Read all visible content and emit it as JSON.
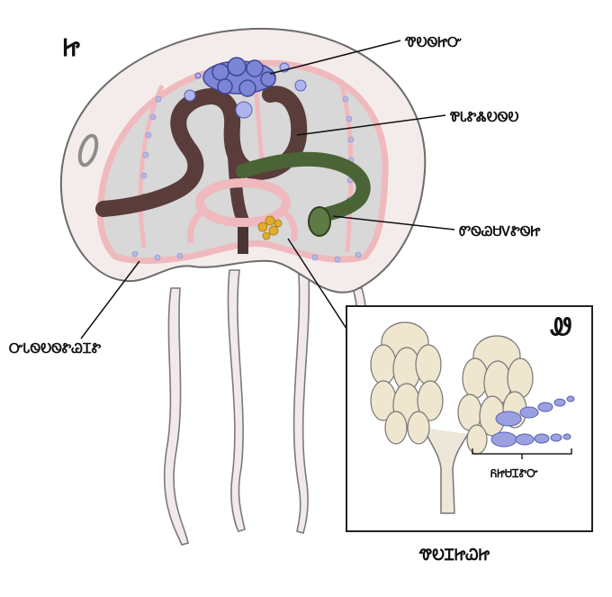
{
  "panels": {
    "main_letter": "Ꮵ",
    "inset_letter": "Ꮺ"
  },
  "labels": {
    "top_right": "ᏡᎧᏫᏥᏅ",
    "middle_right": "ᏈᏓᏑᏜᎧᏫᎧ",
    "lower_right": "ᏛᏫᏊᏌᏙᏑᏫᏥ",
    "left": "ᏅᏓᏫᎧᏫᏑᏊᏆᏑ",
    "inset_bracket": "ᏲᏥᏌᏆᏑᏅ",
    "bottom_caption": "ᏡᎧᏆᏥᏇᏥ"
  },
  "colors": {
    "bell_fill": "#f4eceb",
    "bell_stroke": "#6b6b6b",
    "inner_cavity": "#d9d9d9",
    "pink_canal": "#f0b9bd",
    "gut_brown": "#5a3c3b",
    "gonad_green": "#4b6436",
    "blue_bodies": "#7d86d6",
    "cnidocyte_cream": "#efe6cf",
    "yellow_cells": "#e2ad2c"
  }
}
